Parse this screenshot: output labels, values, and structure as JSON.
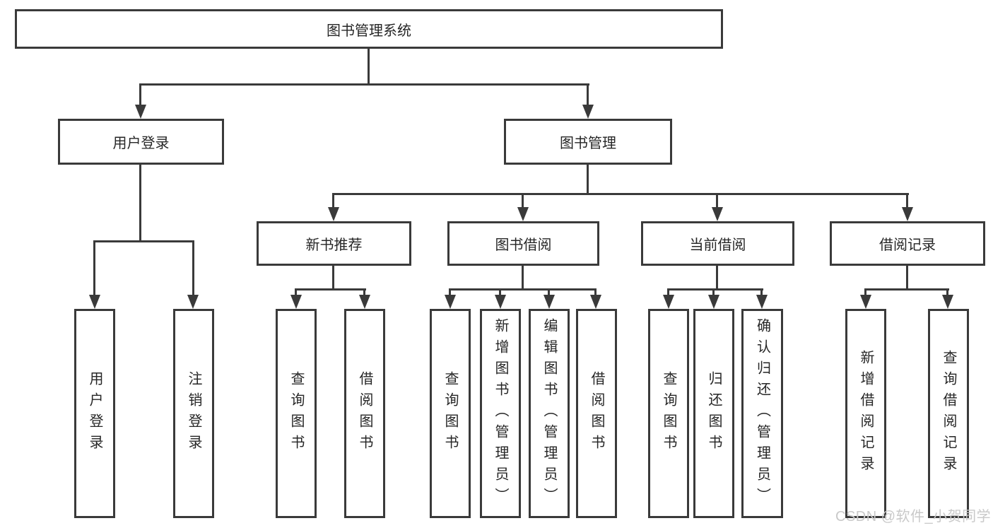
{
  "diagram": {
    "root": {
      "label": "图书管理系统"
    },
    "level2": [
      {
        "label": "用户登录"
      },
      {
        "label": "图书管理"
      }
    ],
    "level3": [
      {
        "label": "新书推荐"
      },
      {
        "label": "图书借阅"
      },
      {
        "label": "当前借阅"
      },
      {
        "label": "借阅记录"
      }
    ],
    "leaves": {
      "user_login": [
        {
          "label": "用户登录"
        },
        {
          "label": "注销登录"
        }
      ],
      "new_book": [
        {
          "label": "查询图书"
        },
        {
          "label": "借阅图书"
        }
      ],
      "book_borrow": [
        {
          "label": "查询图书"
        },
        {
          "label": "新增图书（管理员）"
        },
        {
          "label": "编辑图书（管理员）"
        },
        {
          "label": "借阅图书"
        }
      ],
      "current_borrow": [
        {
          "label": "查询图书"
        },
        {
          "label": "归还图书"
        },
        {
          "label": "确认归还（管理员）"
        }
      ],
      "borrow_records": [
        {
          "label": "新增借阅记录"
        },
        {
          "label": "查询借阅记录"
        }
      ]
    }
  },
  "watermark": {
    "text": "CSDN @软件_小贺同学"
  },
  "colors": {
    "line": "#3a3a3a",
    "text": "#262626",
    "watermark": "#c9c9c9",
    "background": "#ffffff"
  }
}
